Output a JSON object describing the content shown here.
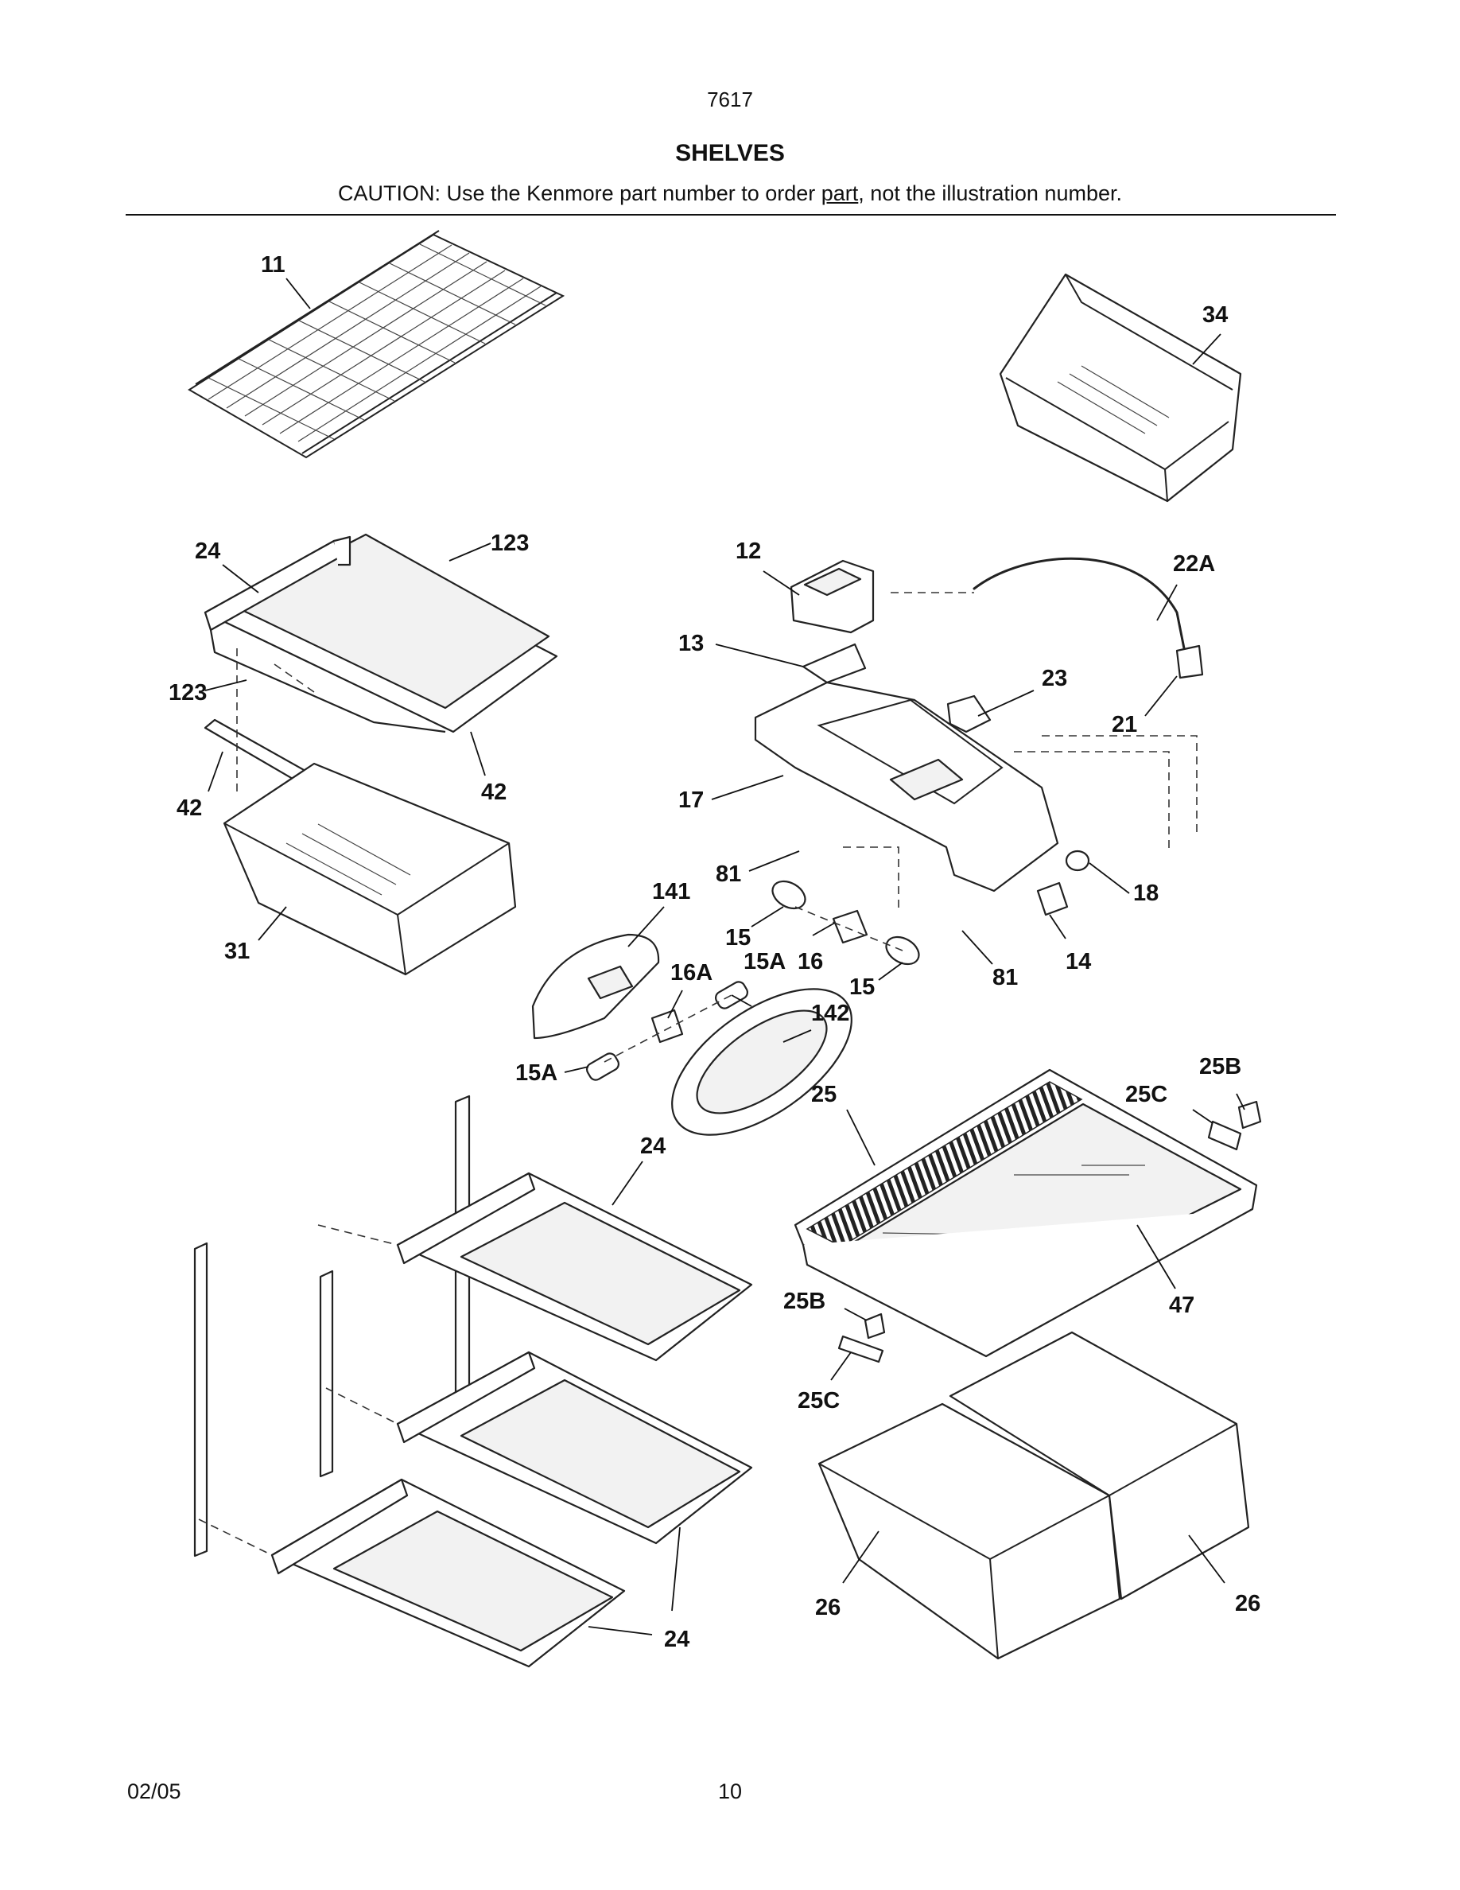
{
  "header": {
    "model_number": "7617",
    "title": "SHELVES",
    "caution_before": "CAUTION: Use the Kenmore part number to order ",
    "caution_underlined": "part",
    "caution_after": ", not the illustration number."
  },
  "footer": {
    "date": "02/05",
    "page_number": "10"
  },
  "callouts": {
    "c11": "11",
    "c34": "34",
    "c24_top": "24",
    "c123_top": "123",
    "c123_left": "123",
    "c42_right": "42",
    "c42_left": "42",
    "c31": "31",
    "c12": "12",
    "c22A": "22A",
    "c13": "13",
    "c23": "23",
    "c21": "21",
    "c17": "17",
    "c81_left": "81",
    "c81_right": "81",
    "c141": "141",
    "c18": "18",
    "c15_left": "15",
    "c16": "16",
    "c14": "14",
    "c16A": "16A",
    "c15A_right": "15A",
    "c15_right": "15",
    "c142": "142",
    "c15A_left": "15A",
    "c25B_top": "25B",
    "c25": "25",
    "c25C_top": "25C",
    "c24_mid": "24",
    "c47": "47",
    "c25B_low": "25B",
    "c25C_low": "25C",
    "c26_left": "26",
    "c26_right": "26",
    "c24_bottom": "24"
  }
}
